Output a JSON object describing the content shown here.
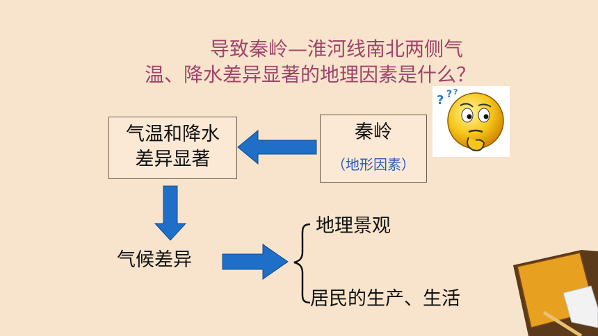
{
  "title": {
    "line1": "导致秦岭—淮河线南北两侧气",
    "line2": "温、降水差异显著的地理因素是什么？"
  },
  "box_left": {
    "line1": "气温和降水",
    "line2": "差异显著"
  },
  "box_right": {
    "line1": "秦岭",
    "line2": "（地形因素）"
  },
  "climate_diff": "气候差异",
  "outcomes": {
    "landscape": "地理景观",
    "livelihood": "居民的生产、生活"
  },
  "colors": {
    "title": "#a0446a",
    "arrow": "#1f6fc8",
    "background": "#f8e4cc",
    "subtitle": "#2a5bb5"
  },
  "icons": {
    "face": "thinking-face-icon",
    "notepad": "notepad-decoration"
  }
}
